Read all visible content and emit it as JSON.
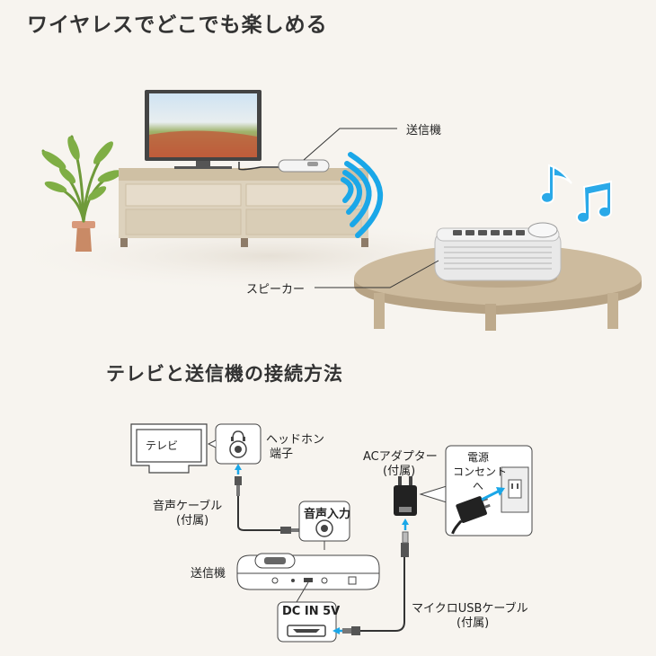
{
  "scene": {
    "title": "ワイヤレスでどこでも楽しめる",
    "transmitter_label": "送信機",
    "speaker_label": "スピーカー"
  },
  "connection": {
    "title": "テレビと送信機の接続方法",
    "tv_label": "テレビ",
    "headphone_jack_label_1": "ヘッドホン",
    "headphone_jack_label_2": "端子",
    "audio_cable_label_1": "音声ケーブル",
    "audio_cable_label_2": "(付属)",
    "audio_input_label": "音声入力",
    "transmitter_label": "送信機",
    "dc_in_label": "DC IN 5V",
    "ac_adapter_label_1": "ACアダプター",
    "ac_adapter_label_2": "(付属)",
    "outlet_label_1": "電源",
    "outlet_label_2": "コンセント",
    "outlet_label_3": "へ",
    "usb_cable_label_1": "マイクロUSBケーブル",
    "usb_cable_label_2": "(付属)"
  },
  "colors": {
    "signal_blue": "#1aa7e8",
    "note_blue": "#2aa9e8",
    "furniture": "#d8cbb2",
    "table_wood": "#c9b79a"
  }
}
